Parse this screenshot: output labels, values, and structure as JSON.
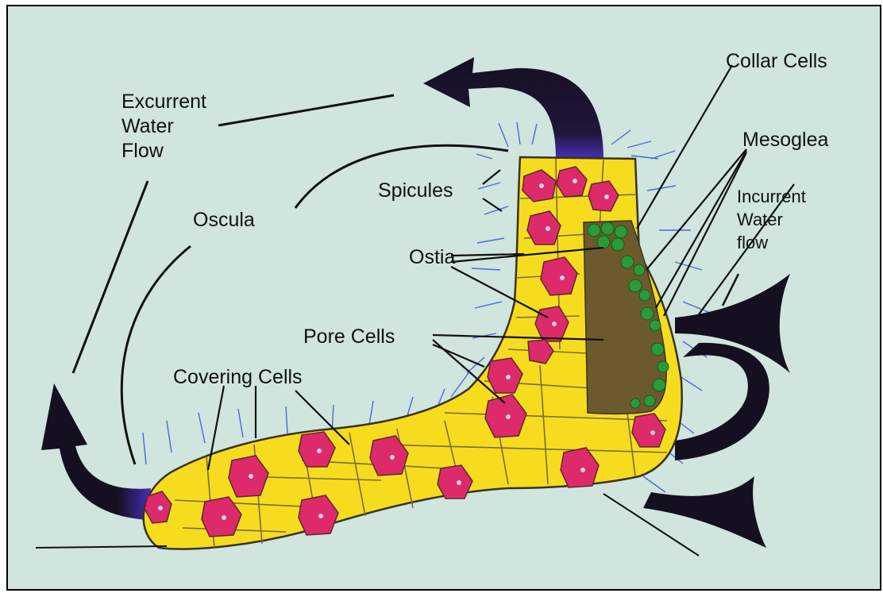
{
  "labels": {
    "excurrent": [
      "Excurrent",
      "Water",
      "Flow"
    ],
    "collar_cells": "Collar Cells",
    "mesoglea": "Mesoglea",
    "incurrent": [
      "Incurrent",
      "Water",
      "flow"
    ],
    "spicules": "Spicules",
    "oscula": "Oscula",
    "ostia": "Ostia",
    "pore_cells": "Pore Cells",
    "covering_cells": "Covering Cells"
  },
  "colors": {
    "background": "#cfe5dd",
    "body_yellow": "#f6dc1f",
    "pore_cell_pink": "#dd2a6a",
    "collar_green": "#2a9a3a",
    "mesoglea_brown": "#6d5a2c",
    "arrow_black": "#151020",
    "arrow_purple": "#3a2a8a",
    "spicule_blue": "#4a6ad8"
  }
}
